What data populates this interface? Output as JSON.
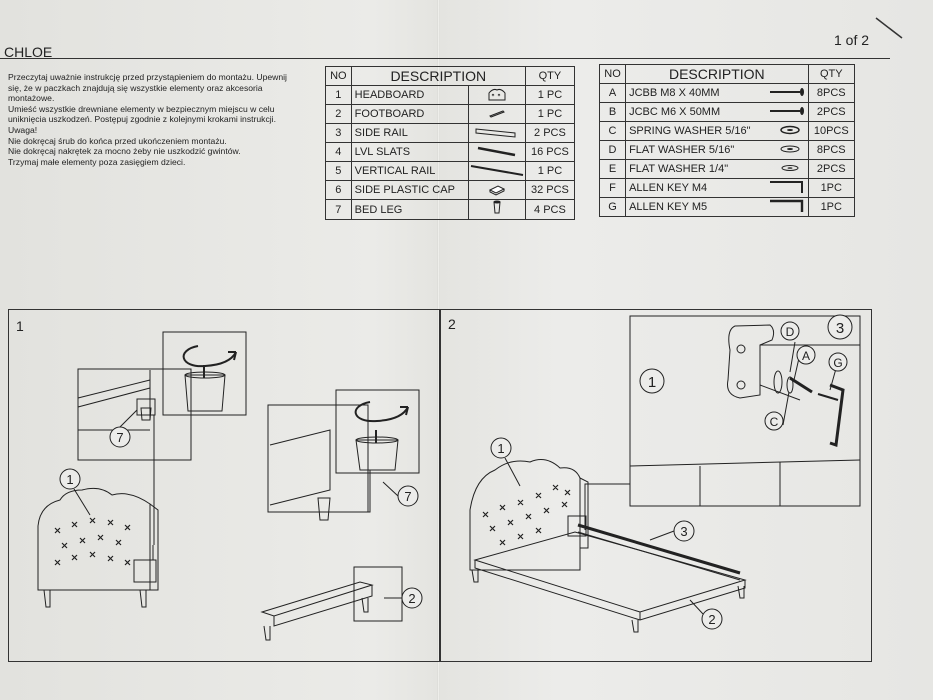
{
  "header": {
    "product_name": "CHLOE",
    "page_indicator": "1 of 2"
  },
  "instructions": [
    "Przeczytaj uważnie instrukcję przed przystąpieniem do montażu. Upewnij",
    "się, że w paczkach znajdują się wszystkie elementy oraz akcesoria",
    "montażowe.",
    "Umieść wszystkie drewniane elementy w bezpiecznym miejscu w celu",
    "uniknięcia uszkodzeń.  Postępuj zgodnie z kolejnymi krokami instrukcji.",
    "Uwaga!",
    "Nie dokręcaj śrub do końca przed ukończeniem montażu.",
    "Nie dokręcaj nakrętek za mocno żeby nie uszkodzić gwintów.",
    " Trzymaj małe elementy poza zasięgiem dzieci."
  ],
  "parts_table": {
    "headers": {
      "no": "NO",
      "description": "DESCRIPTION",
      "qty": "QTY"
    },
    "rows": [
      {
        "no": "1",
        "description": "HEADBOARD",
        "qty": "1 PC",
        "icon": "headboard-icon"
      },
      {
        "no": "2",
        "description": "FOOTBOARD",
        "qty": "1 PC",
        "icon": "footboard-icon"
      },
      {
        "no": "3",
        "description": "SIDE RAIL",
        "qty": "2 PCS",
        "icon": "side-rail-icon"
      },
      {
        "no": "4",
        "description": "LVL SLATS",
        "qty": "16 PCS",
        "icon": "slat-icon"
      },
      {
        "no": "5",
        "description": "VERTICAL RAIL",
        "qty": "1 PC",
        "icon": "vertical-rail-icon"
      },
      {
        "no": "6",
        "description": "SIDE PLASTIC CAP",
        "qty": "32 PCS",
        "icon": "plastic-cap-icon"
      },
      {
        "no": "7",
        "description": "BED LEG",
        "qty": "4 PCS",
        "icon": "bed-leg-icon"
      }
    ]
  },
  "hardware_table": {
    "headers": {
      "no": "NO",
      "description": "DESCRIPTION",
      "qty": "QTY"
    },
    "rows": [
      {
        "no": "A",
        "description": "JCBB M8 X 40MM",
        "qty": "8PCS",
        "icon": "bolt-icon"
      },
      {
        "no": "B",
        "description": "JCBC M6 X 50MM",
        "qty": "2PCS",
        "icon": "bolt-icon"
      },
      {
        "no": "C",
        "description": "SPRING WASHER 5/16\"",
        "qty": "10PCS",
        "icon": "spring-washer-icon"
      },
      {
        "no": "D",
        "description": "FLAT WASHER 5/16\"",
        "qty": "8PCS",
        "icon": "flat-washer-icon"
      },
      {
        "no": "E",
        "description": "FLAT WASHER 1/4\"",
        "qty": "2PCS",
        "icon": "flat-washer-icon"
      },
      {
        "no": "F",
        "description": "ALLEN KEY M4",
        "qty": "1PC",
        "icon": "allen-key-icon"
      },
      {
        "no": "G",
        "description": "ALLEN KEY M5",
        "qty": "1PC",
        "icon": "allen-key-icon"
      }
    ]
  },
  "steps": [
    {
      "number": "1",
      "callouts": {
        "headboard": "1",
        "leg_upper": "7",
        "leg_lower": "7",
        "footboard": "2"
      }
    },
    {
      "number": "2",
      "callouts": {
        "headboard": "1",
        "side_rail": "3",
        "footboard": "2",
        "detail_headboard": "1",
        "detail_view": "3",
        "washer_d": "D",
        "bolt_a": "A",
        "spring_c": "C",
        "key_g": "G"
      }
    }
  ]
}
